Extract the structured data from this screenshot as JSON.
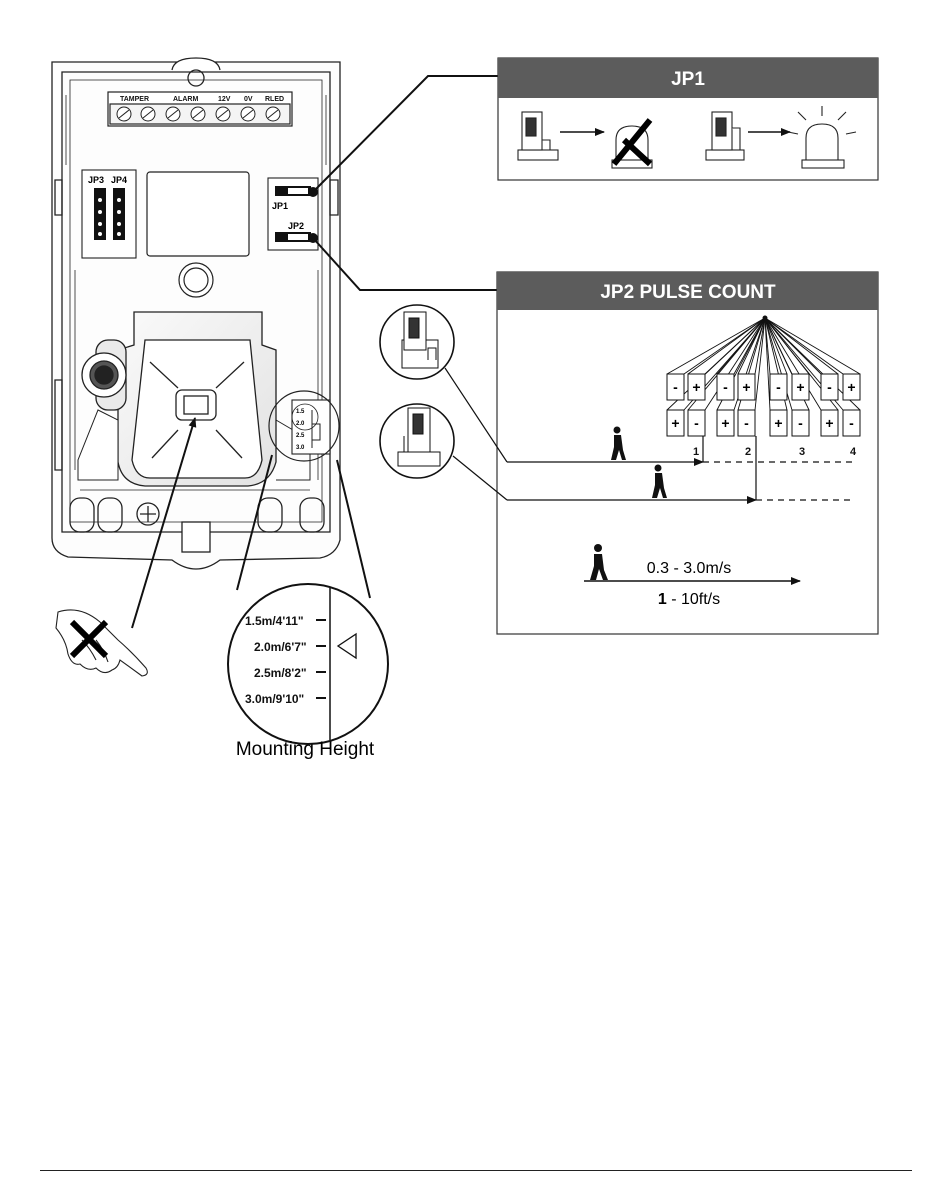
{
  "terminals": {
    "labels": [
      "TAMPER",
      "ALARM",
      "12V",
      "0V",
      "RLED"
    ]
  },
  "detector": {
    "jp3_label": "JP3",
    "jp4_label": "JP4",
    "jp1_label": "JP1",
    "jp2_label": "JP2",
    "mini_heights": [
      "1.5",
      "2.0",
      "2.5",
      "3.0"
    ]
  },
  "jp1_panel": {
    "title": "JP1",
    "header_color": "#5c5c5c"
  },
  "jp2_panel": {
    "title": "JP2 PULSE COUNT",
    "header_color": "#5c5c5c",
    "top_row": [
      "-",
      "+",
      "-",
      "+",
      "-",
      "+",
      "-",
      "+"
    ],
    "bottom_row": [
      "+",
      "-",
      "+",
      "-",
      "+",
      "-",
      "+",
      "-"
    ],
    "counts": [
      "1",
      "2",
      "3",
      "4"
    ],
    "speed_metric": "0.3 - 3.0m/s",
    "speed_imperial_bold": "1",
    "speed_imperial_rest": " - 10ft/s"
  },
  "mounting": {
    "heights": [
      "1.5m/4'11\"",
      "2.0m/6'7\"",
      "2.5m/8'2\"",
      "3.0m/9'10\""
    ],
    "caption": "Mounting Height"
  }
}
